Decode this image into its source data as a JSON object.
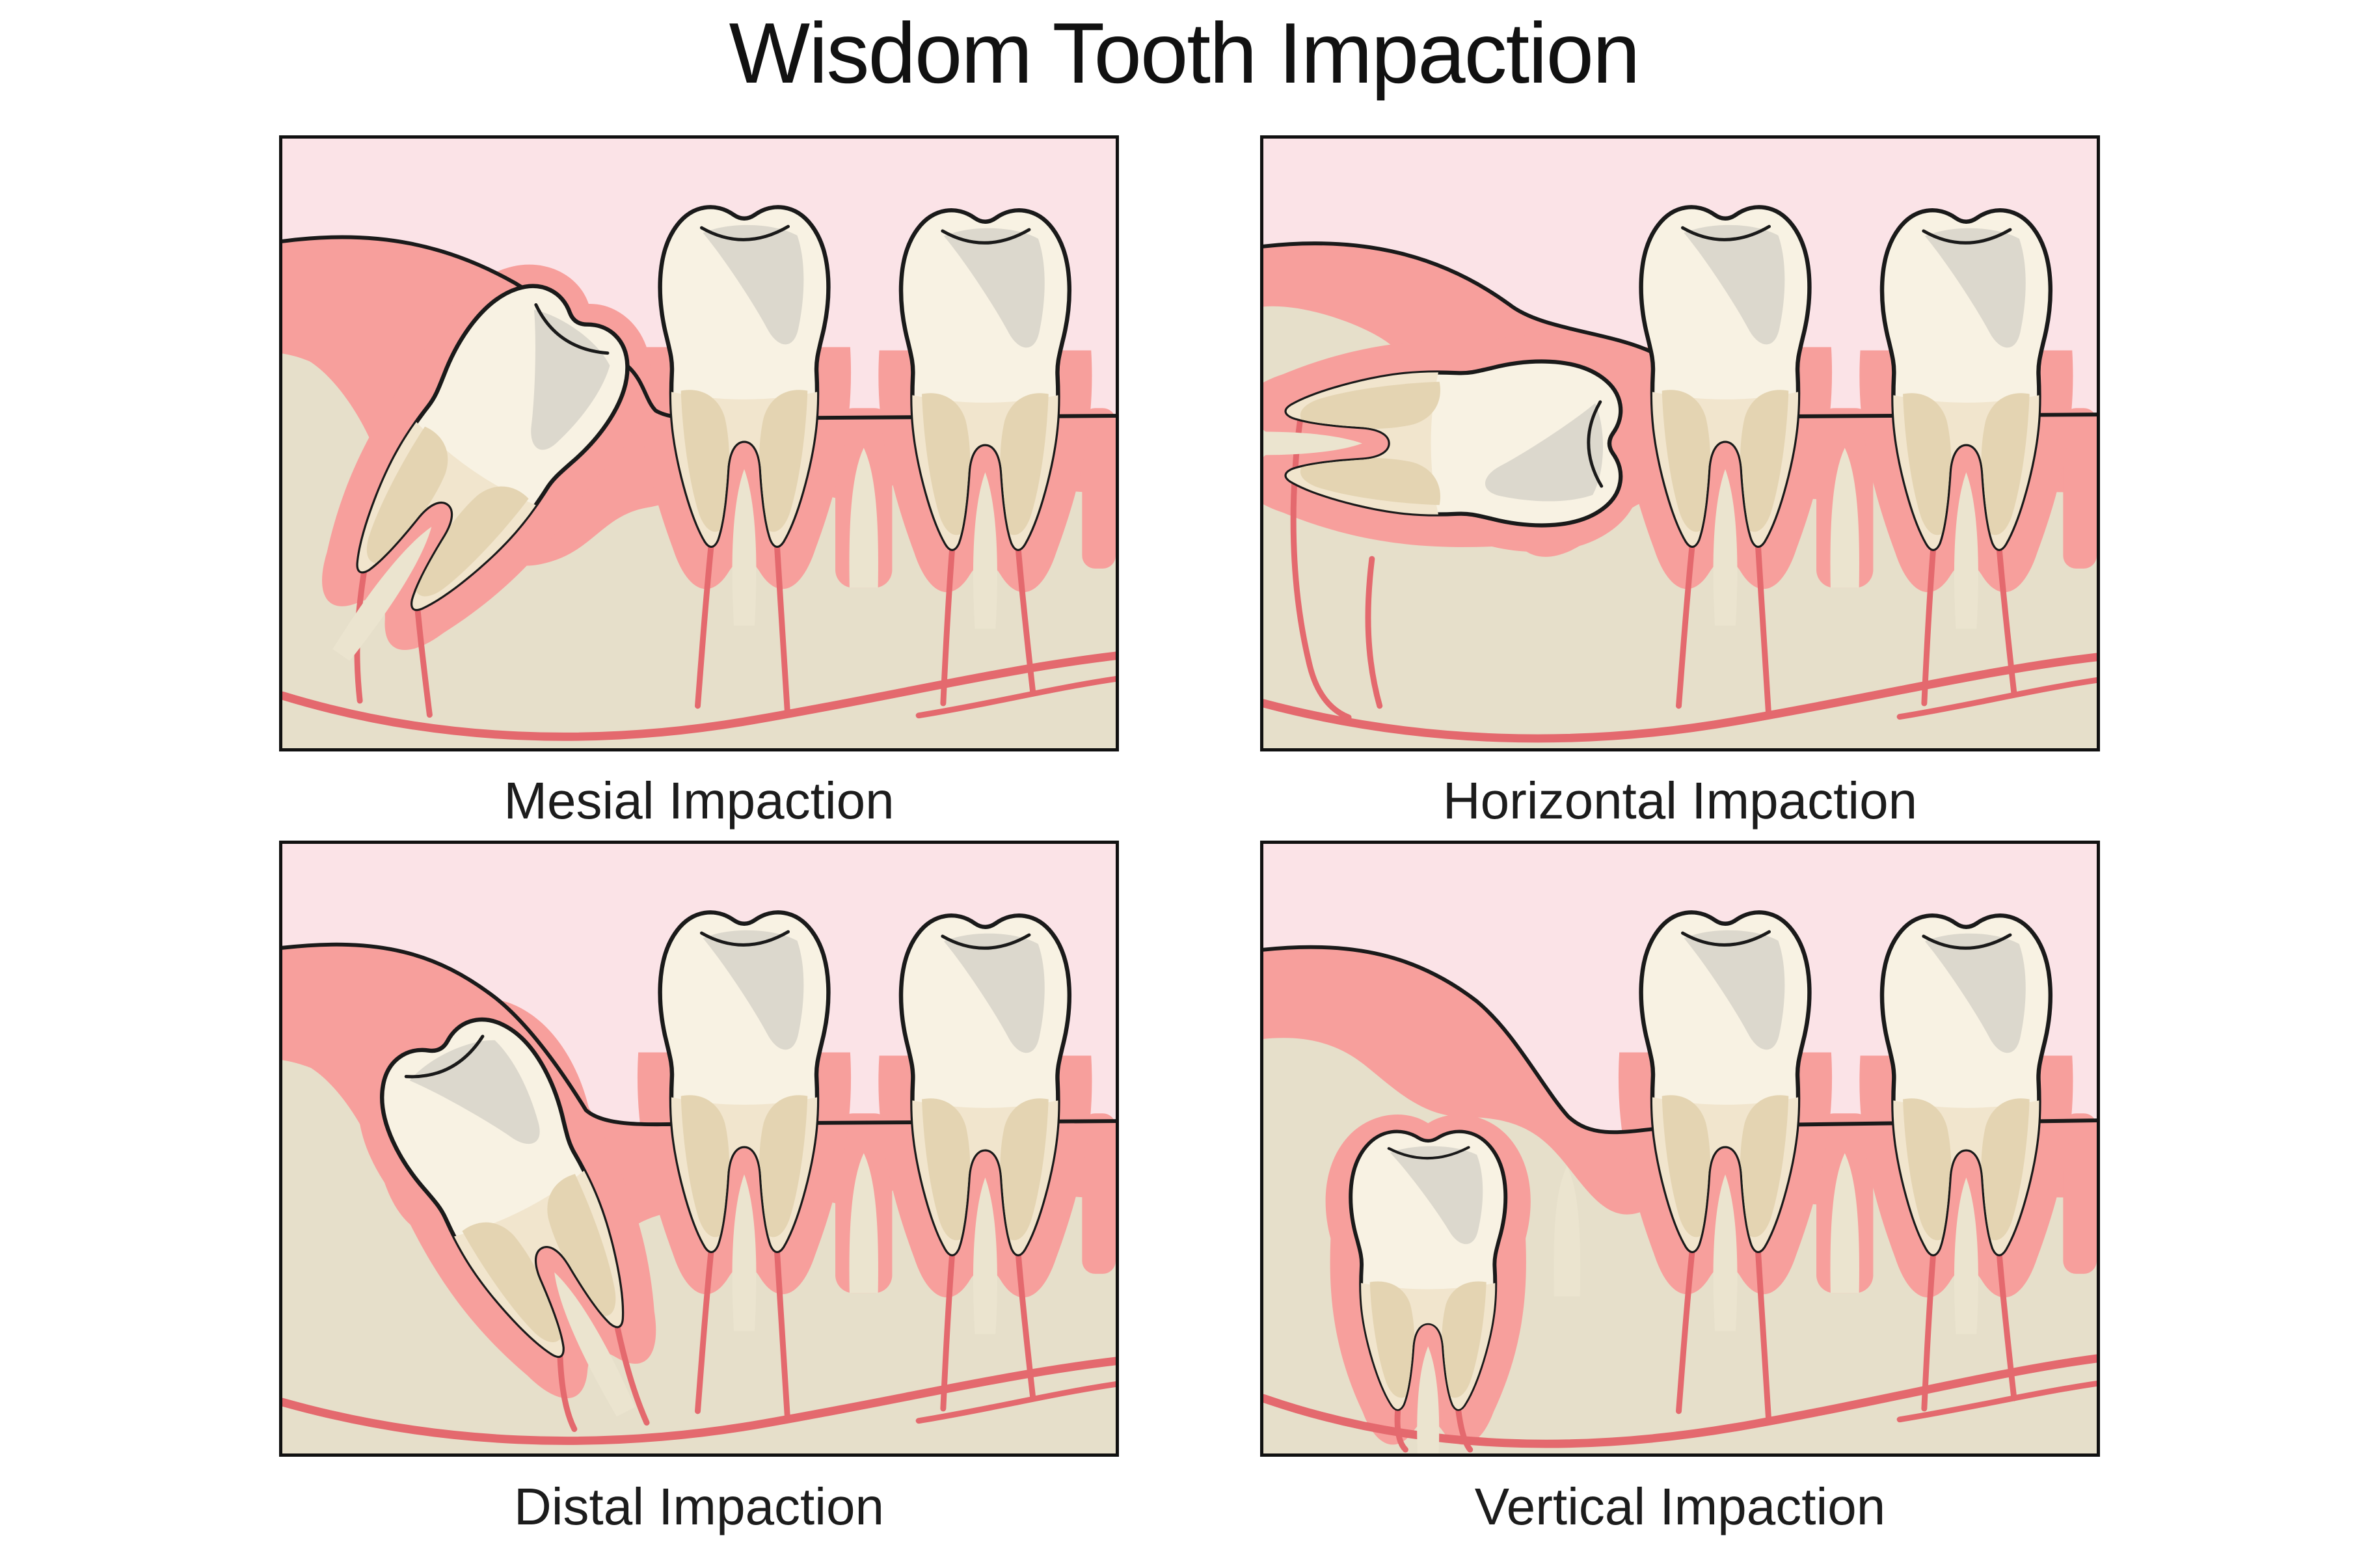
{
  "title": "Wisdom Tooth Impaction",
  "panels": [
    {
      "id": "mesial",
      "label": "Mesial Impaction"
    },
    {
      "id": "horizontal",
      "label": "Horizontal Impaction"
    },
    {
      "id": "distal",
      "label": "Distal Impaction"
    },
    {
      "id": "vertical",
      "label": "Vertical Impaction"
    }
  ],
  "colors": {
    "page_bg": "#ffffff",
    "mouth_cavity": "#fbe3e7",
    "gum": "#f79f9c",
    "bone": "#e6dfca",
    "bone_septum": "#ebe4cf",
    "tooth_crown": "#f8f2e3",
    "crown_shading": "#dcd8cd",
    "tooth_root": "#f1e5cd",
    "root_shading": "#e4d4b2",
    "vessel": "#e4696e",
    "outline": "#1a1a1a",
    "panel_border": "#111111",
    "label_text": "#1c1c1c",
    "title_text": "#111111"
  }
}
